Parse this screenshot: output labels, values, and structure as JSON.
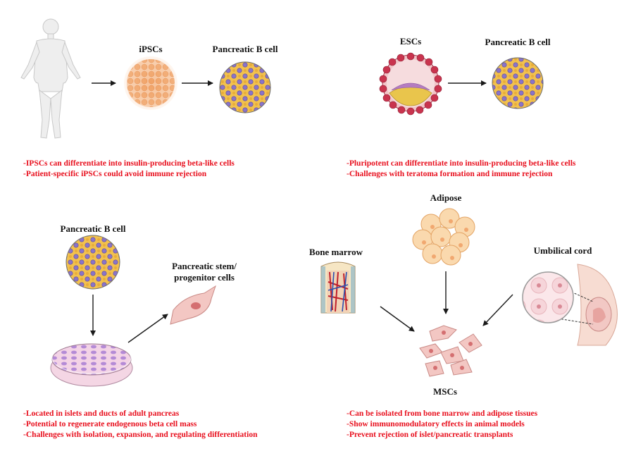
{
  "panels": {
    "ipsc": {
      "labels": {
        "stem": "iPSCs",
        "target": "Pancreatic B cell"
      },
      "notes": [
        "-IPSCs can differentiate into insulin-producing beta-like cells",
        "-Patient-specific iPSCs could avoid immune rejection"
      ]
    },
    "esc": {
      "labels": {
        "stem": "ESCs",
        "target": "Pancreatic B cell"
      },
      "notes": [
        "-Pluripotent can differentiate into insulin-producing beta-like cells",
        "-Challenges with teratoma formation and immune rejection"
      ]
    },
    "progenitor": {
      "labels": {
        "source": "Pancreatic B cell",
        "target_line1": "Pancreatic stem/",
        "target_line2": "progenitor cells"
      },
      "notes": [
        "-Located in islets and ducts of adult pancreas",
        "-Potential to regenerate endogenous beta cell mass",
        "-Challenges with isolation, expansion, and regulating differentiation"
      ]
    },
    "msc": {
      "labels": {
        "adipose": "Adipose",
        "bone_marrow": "Bone marrow",
        "umbilical": "Umbilical cord",
        "msc": "MSCs"
      },
      "notes": [
        "-Can be isolated from bone marrow and adipose tissues",
        "-Show immunomodulatory effects in animal models",
        "-Prevent rejection of islet/pancreatic transplants"
      ]
    }
  },
  "colors": {
    "note_text": "#e8101e",
    "islet_yellow": "#f2c14e",
    "islet_purple": "#8a74c9",
    "ipsc_orange": "#f0a468",
    "esc_red": "#c9344e",
    "msc_pink": "#eba6a6"
  }
}
